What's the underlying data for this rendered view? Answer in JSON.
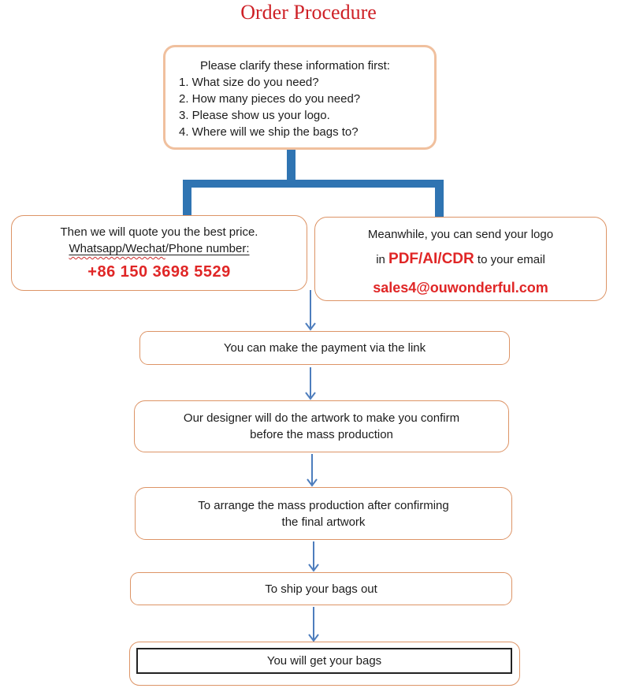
{
  "title": "Order Procedure",
  "colors": {
    "title_red": "#ce2127",
    "accent_red": "#e02626",
    "connector_blue": "#2f74b2",
    "arrow_blue": "#4d7dbd",
    "clarify_border": "#f0c09e",
    "box_border": "#dd9466",
    "inner_rect_border": "#222222"
  },
  "clarify_box": {
    "heading": "Please clarify these information first:",
    "items": [
      "1. What size do you need?",
      "2. How many pieces do you need?",
      "3. Please show us your logo.",
      "4. Where will we ship the bags to?"
    ]
  },
  "quote_box": {
    "line1": "Then we will quote you the best price.",
    "line2_wavy": "Whatsapp/Wechat",
    "line2_rest": "/Phone number:",
    "phone": "+86 150 3698 5529"
  },
  "logo_box": {
    "line1": "Meanwhile, you can send your logo",
    "line2_prefix": "in ",
    "line2_formats": "PDF/AI/CDR",
    "line2_suffix": " to your email",
    "email": "sales4@ouwonderful.com"
  },
  "steps": [
    {
      "lines": [
        "You can make the payment via the link"
      ]
    },
    {
      "lines": [
        "Our designer will do the artwork to make you confirm",
        "before the mass production"
      ]
    },
    {
      "lines": [
        "To arrange the mass production after confirming",
        "the final artwork"
      ]
    },
    {
      "lines": [
        "To ship your bags out"
      ]
    },
    {
      "lines": [
        "You will get your bags"
      ]
    }
  ]
}
